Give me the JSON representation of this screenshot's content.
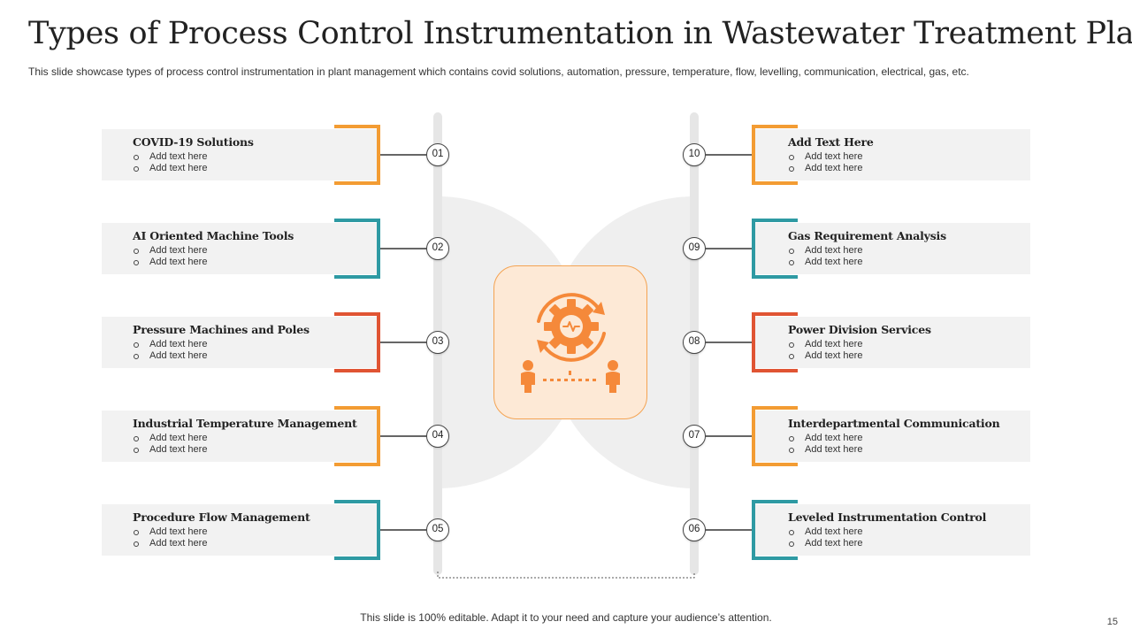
{
  "title": "Types of Process Control Instrumentation in Wastewater Treatment Plant",
  "subtitle": "This slide showcase types of process control instrumentation in plant management which contains covid solutions, automation, pressure, temperature, flow, levelling, communication, electrical, gas, etc.",
  "colors": {
    "orange": "#f39c33",
    "teal": "#2e9aa3",
    "red": "#e05433",
    "hub_icon": "#f5893a",
    "hub_bg": "#fde9d6"
  },
  "hub_icon": "gear-with-cycle-arrows-and-people-icon",
  "left_items": [
    {
      "num": "01",
      "title": "COVID-19 Solutions",
      "bullets": [
        "Add text here",
        "Add text here"
      ],
      "color": "orange"
    },
    {
      "num": "02",
      "title": "AI Oriented Machine Tools",
      "bullets": [
        "Add text here",
        "Add text here"
      ],
      "color": "teal"
    },
    {
      "num": "03",
      "title": "Pressure Machines and Poles",
      "bullets": [
        "Add text here",
        "Add text here"
      ],
      "color": "red"
    },
    {
      "num": "04",
      "title": "Industrial Temperature Management",
      "bullets": [
        "Add text here",
        "Add text here"
      ],
      "color": "orange"
    },
    {
      "num": "05",
      "title": "Procedure Flow Management",
      "bullets": [
        "Add text here",
        "Add text here"
      ],
      "color": "teal"
    }
  ],
  "right_items": [
    {
      "num": "10",
      "title": "Add Text Here",
      "bullets": [
        "Add text here",
        "Add text here"
      ],
      "color": "orange"
    },
    {
      "num": "09",
      "title": "Gas Requirement Analysis",
      "bullets": [
        "Add text here",
        "Add text here"
      ],
      "color": "teal"
    },
    {
      "num": "08",
      "title": "Power Division Services",
      "bullets": [
        "Add text here",
        "Add text here"
      ],
      "color": "red"
    },
    {
      "num": "07",
      "title": "Interdepartmental Communication",
      "bullets": [
        "Add text here",
        "Add text here"
      ],
      "color": "orange"
    },
    {
      "num": "06",
      "title": "Leveled Instrumentation Control",
      "bullets": [
        "Add text here",
        "Add text here"
      ],
      "color": "teal"
    }
  ],
  "footer": "This slide is 100% editable. Adapt it to your need and capture your audience’s attention.",
  "page_number": "15"
}
